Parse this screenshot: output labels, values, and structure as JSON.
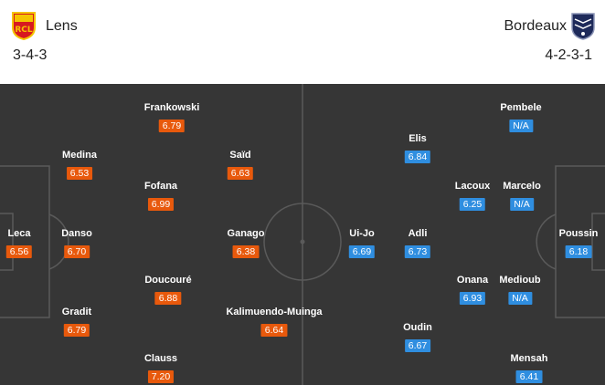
{
  "home": {
    "name": "Lens",
    "formation": "3-4-3",
    "crest_colors": {
      "primary": "#d71920",
      "secondary": "#f5c400"
    },
    "rating_color": "#e8590c",
    "players": [
      {
        "name": "Leca",
        "rating": "6.56"
      },
      {
        "name": "Medina",
        "rating": "6.53"
      },
      {
        "name": "Danso",
        "rating": "6.70"
      },
      {
        "name": "Gradit",
        "rating": "6.79"
      },
      {
        "name": "Frankowski",
        "rating": "6.79"
      },
      {
        "name": "Fofana",
        "rating": "6.99"
      },
      {
        "name": "Doucouré",
        "rating": "6.88"
      },
      {
        "name": "Clauss",
        "rating": "7.20"
      },
      {
        "name": "Saïd",
        "rating": "6.63"
      },
      {
        "name": "Ganago",
        "rating": "6.38"
      },
      {
        "name": "Kalimuendo-Muinga",
        "rating": "6.64"
      }
    ]
  },
  "away": {
    "name": "Bordeaux",
    "formation": "4-2-3-1",
    "crest_colors": {
      "primary": "#1e2a5a",
      "secondary": "#ffffff"
    },
    "rating_color": "#2f8ee0",
    "players": [
      {
        "name": "Poussin",
        "rating": "6.18"
      },
      {
        "name": "Pembele",
        "rating": "N/A"
      },
      {
        "name": "Marcelo",
        "rating": "N/A"
      },
      {
        "name": "Medioub",
        "rating": "N/A"
      },
      {
        "name": "Mensah",
        "rating": "6.41"
      },
      {
        "name": "Lacoux",
        "rating": "6.25"
      },
      {
        "name": "Onana",
        "rating": "6.93"
      },
      {
        "name": "Elis",
        "rating": "6.84"
      },
      {
        "name": "Adli",
        "rating": "6.73"
      },
      {
        "name": "Oudin",
        "rating": "6.67"
      },
      {
        "name": "Ui-Jo",
        "rating": "6.69"
      }
    ]
  },
  "pitch": {
    "background": "#363636",
    "line_color": "#5a5a5a"
  }
}
